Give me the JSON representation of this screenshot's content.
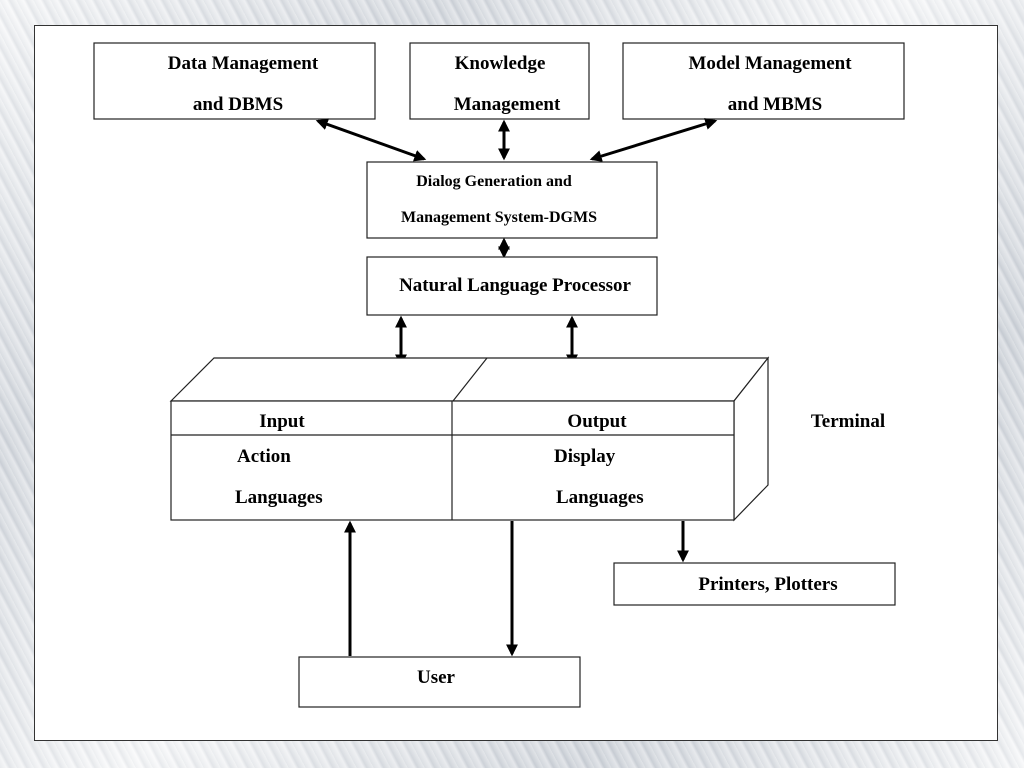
{
  "boxes": {
    "data_mgmt": [
      "Data Management",
      "and DBMS"
    ],
    "knowledge": [
      "Knowledge",
      "Management"
    ],
    "model_mgmt": [
      "Model Management",
      "and MBMS"
    ],
    "dgms": [
      "Dialog Generation and",
      "Management System-DGMS"
    ],
    "nlp": "Natural Language Processor",
    "printers": "Printers, Plotters",
    "user": "User"
  },
  "terminal": {
    "label": "Terminal",
    "input": {
      "header": "Input",
      "lines": [
        "Action",
        "Languages"
      ]
    },
    "output": {
      "header": "Output",
      "lines": [
        "Display",
        "Languages"
      ]
    }
  }
}
